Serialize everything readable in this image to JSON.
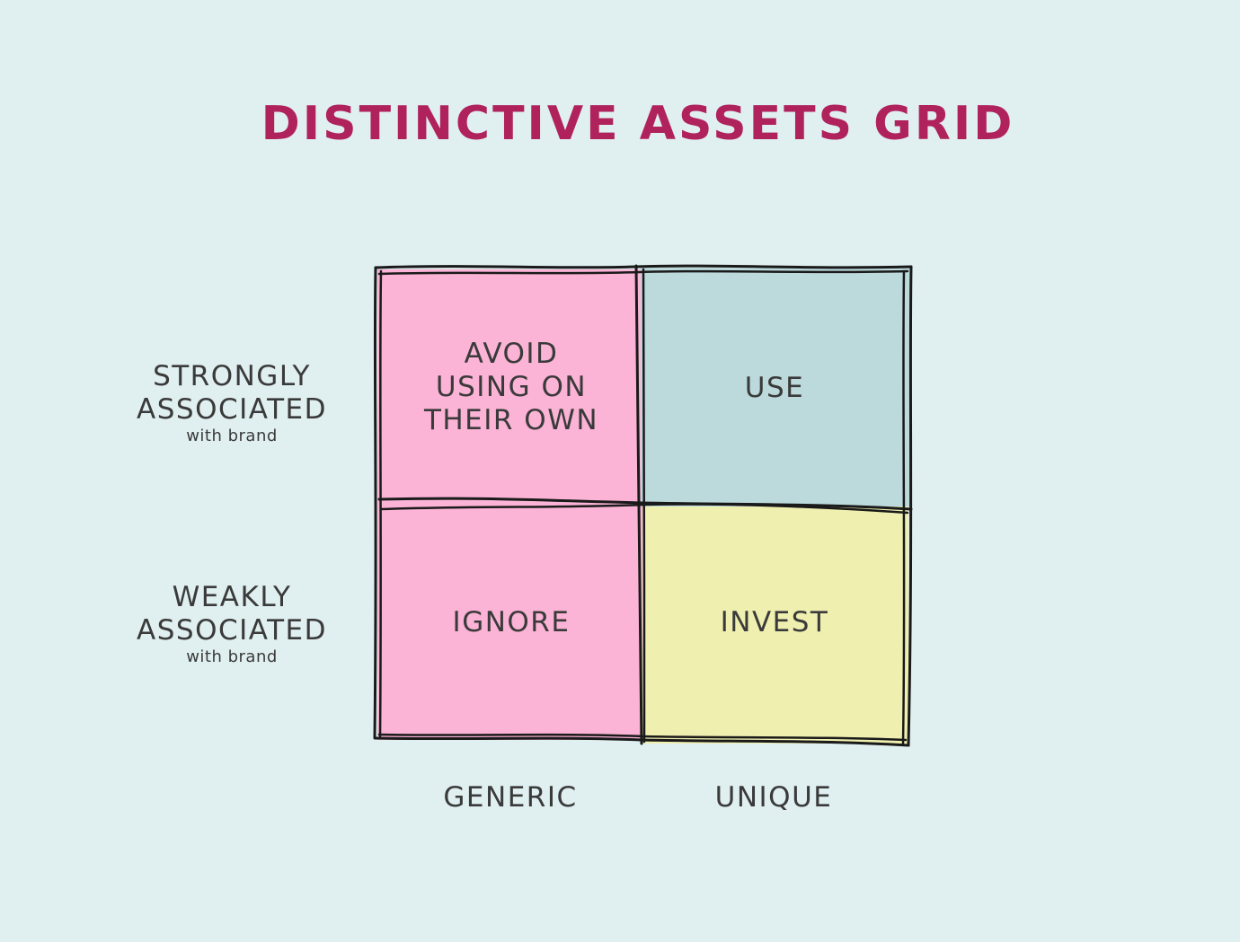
{
  "title": "DISTINCTIVE ASSETS GRID",
  "colors": {
    "background": "#e0eff0",
    "title": "#b0225c",
    "generic_cells": "#fbb3d6",
    "use_cell": "#bcd9dc",
    "invest_cell": "#eff0b0",
    "stroke": "#1a1a1a"
  },
  "rows": [
    {
      "main": "STRONGLY\nASSOCIATED",
      "sub": "with brand"
    },
    {
      "main": "WEAKLY\nASSOCIATED",
      "sub": "with brand"
    }
  ],
  "columns": [
    "GENERIC",
    "UNIQUE"
  ],
  "cells": {
    "top_left": "AVOID\nUSING ON\nTHEIR OWN",
    "top_right": "USE",
    "bottom_left": "IGNORE",
    "bottom_right": "INVEST"
  }
}
